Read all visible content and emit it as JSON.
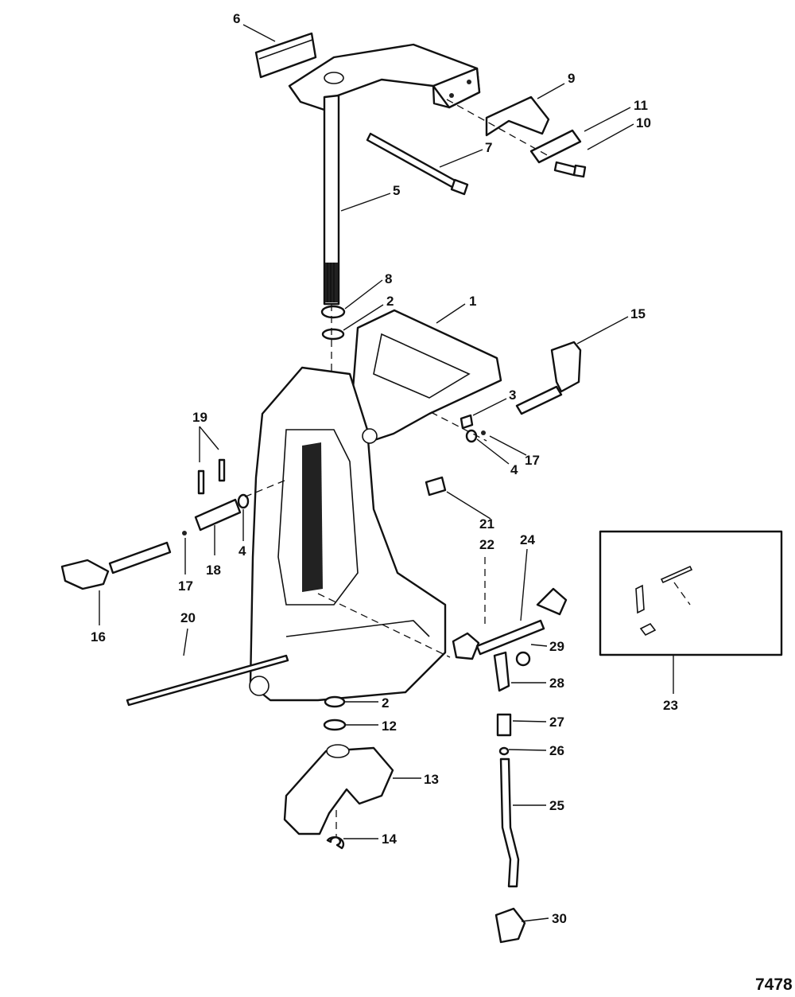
{
  "figure_number": "7478",
  "callouts": [
    "1",
    "2",
    "3",
    "4",
    "5",
    "6",
    "7",
    "8",
    "9",
    "10",
    "11",
    "12",
    "13",
    "14",
    "15",
    "16",
    "17",
    "18",
    "19",
    "20",
    "21",
    "22",
    "23",
    "24",
    "25",
    "26",
    "27",
    "28",
    "29",
    "30"
  ]
}
